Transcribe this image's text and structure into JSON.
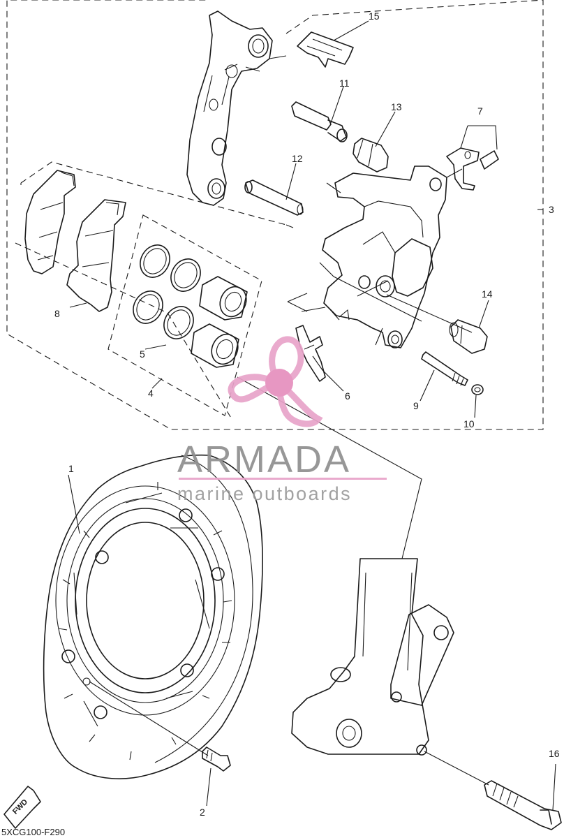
{
  "diagram": {
    "part_code": "5XCG100-F290",
    "fwd_label": "FWD",
    "callouts": {
      "c1": "1",
      "c2": "2",
      "c3": "3",
      "c4": "4",
      "c5": "5",
      "c6": "6",
      "c7": "7",
      "c8": "8",
      "c9": "9",
      "c10": "10",
      "c11": "11",
      "c12": "12",
      "c13": "13",
      "c14": "14",
      "c15": "15",
      "c16": "16"
    }
  },
  "watermark": {
    "title": "ARMADA",
    "subtitle": "marine outboards",
    "logo_colors": {
      "pink": "#e8a3c9",
      "dark_pink": "#e58fbd",
      "text_grey": "#8f8f8f"
    }
  }
}
